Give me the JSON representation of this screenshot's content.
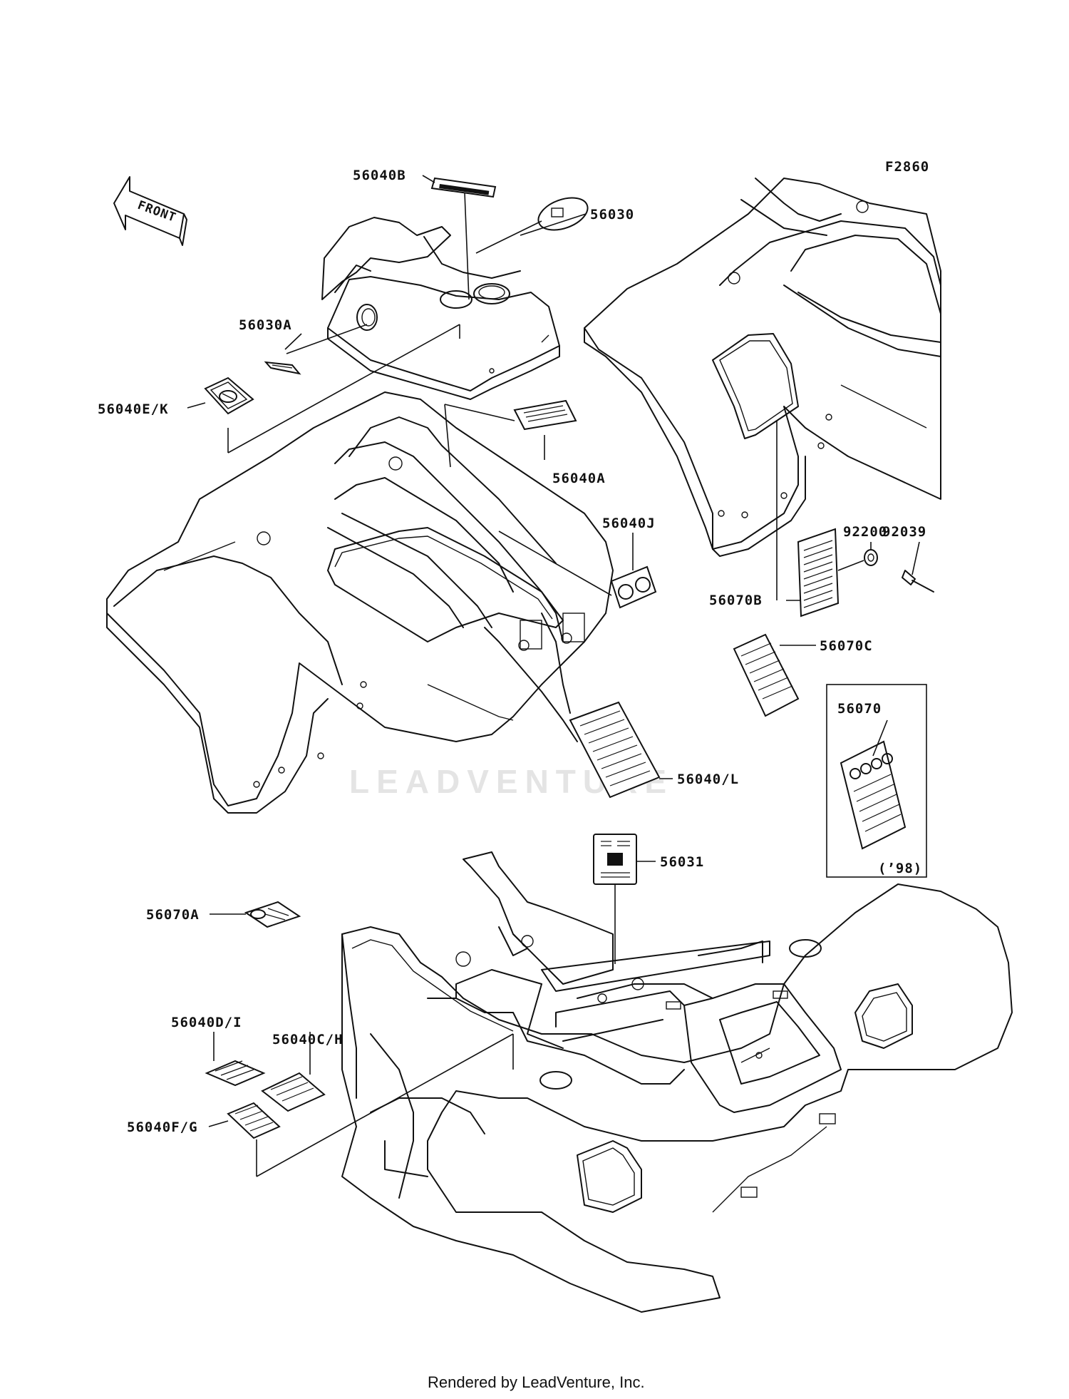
{
  "diagram": {
    "code": "F2860",
    "front_label": "FRONT",
    "watermark": "LEADVENTURE",
    "footer": "Rendered by LeadVenture, Inc.",
    "inset_year": "(’98)"
  },
  "callouts": [
    {
      "id": "56040B",
      "label": "56040B"
    },
    {
      "id": "56030",
      "label": "56030"
    },
    {
      "id": "56030A",
      "label": "56030A"
    },
    {
      "id": "56040EK",
      "label": "56040E/K"
    },
    {
      "id": "56040A",
      "label": "56040A"
    },
    {
      "id": "56040J",
      "label": "56040J"
    },
    {
      "id": "92200",
      "label": "92200"
    },
    {
      "id": "92039",
      "label": "92039"
    },
    {
      "id": "56070B",
      "label": "56070B"
    },
    {
      "id": "56070C",
      "label": "56070C"
    },
    {
      "id": "56070",
      "label": "56070"
    },
    {
      "id": "56040L",
      "label": "56040/L"
    },
    {
      "id": "56031",
      "label": "56031"
    },
    {
      "id": "56070A",
      "label": "56070A"
    },
    {
      "id": "56040DI",
      "label": "56040D/I"
    },
    {
      "id": "56040CH",
      "label": "56040C/H"
    },
    {
      "id": "56040FG",
      "label": "56040F/G"
    }
  ]
}
